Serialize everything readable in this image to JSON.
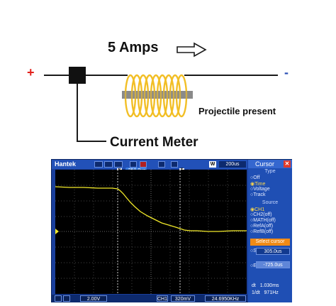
{
  "circuit": {
    "plus": "+",
    "minus": "-",
    "current_label": "5 Amps",
    "meter_label": "Current Meter",
    "projectile_label": "Projectile present",
    "colors": {
      "coil": "#f2bf26",
      "core": "#8a8a8a",
      "wire": "#1a1a1a",
      "plus": "#e2211c",
      "minus": "#2a4fb4"
    }
  },
  "scope": {
    "brand": "Hantek",
    "timebase": "200us",
    "trigger_time": "-250.0us",
    "trigger_marker": "S",
    "time_marker": "T",
    "mode_letter": "W",
    "bottom": {
      "ch1_scale": "2.00V",
      "ch_label": "CH1",
      "trig_level": "320mV",
      "frequency": "24.6950KHz"
    },
    "panel": {
      "title": "Cursor",
      "type_header": "Type",
      "type_options": [
        "Off",
        "Time",
        "Voltage",
        "Track"
      ],
      "type_selected": 1,
      "source_header": "Source",
      "source_options": [
        "CH1",
        "CH2(off)",
        "MATH(off)",
        "RefA(off)",
        "RefB(off)"
      ],
      "source_selected": 0,
      "select_cursor": "Select cursor",
      "cursor_s_value": "305.0us",
      "cursor_e_value": "-725.0us",
      "s_label": "S",
      "e_label": "E",
      "dt_label": "dt",
      "dt_value": "1.030ms",
      "inv_label": "1/dt",
      "inv_value": "971Hz"
    },
    "colors": {
      "trace": "#f2ea2a",
      "frame": "#1a3f9c",
      "select": "#f08a16"
    }
  }
}
